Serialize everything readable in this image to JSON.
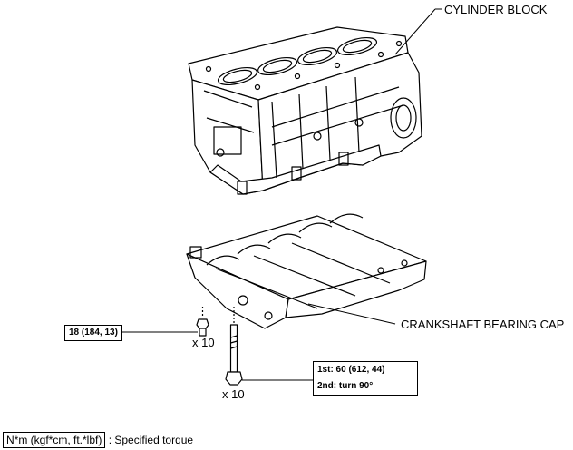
{
  "labels": {
    "cylinder_block": "CYLINDER BLOCK",
    "crankshaft_bearing_cap": "CRANKSHAFT BEARING CAP"
  },
  "torque_small": {
    "value": "18 (184, 13)",
    "qty": "x 10"
  },
  "torque_large": {
    "first": "1st: 60 (612, 44)",
    "second": "2nd: turn 90°",
    "qty": "x 10"
  },
  "legend": {
    "unit": "N*m (kgf*cm, ft.*lbf)",
    "text": ": Specified torque"
  }
}
